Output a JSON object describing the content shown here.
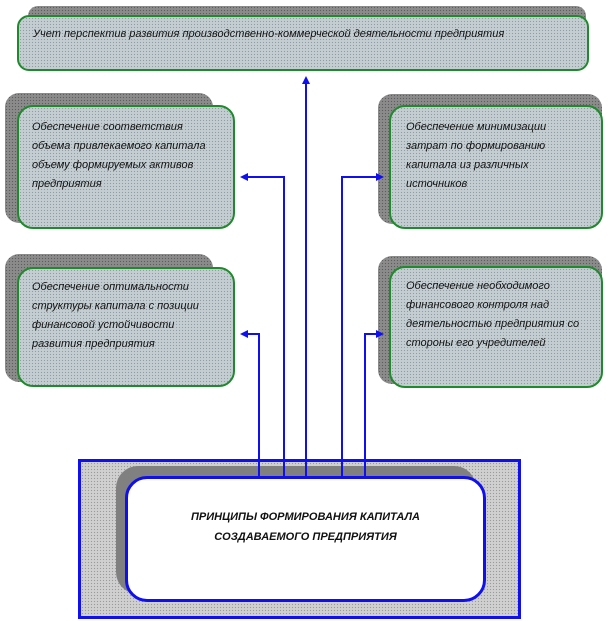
{
  "diagram": {
    "top_box": "Учет перспектив развития производственно-коммерческой деятельности предприятия",
    "left_box_1": "Обеспечение соответствия объема привлекаемого капитала объему формируемых активов предприятия",
    "left_box_2": "Обеспечение оптимальности структуры капитала с позиции финансовой устойчивости развития предприятия",
    "right_box_1": "Обеспечение минимизации затрат по формированию капитала из различных источников",
    "right_box_2": "Обеспечение необходимого финансового контроля над деятельностью предприятия со стороны его учредителей",
    "center_title": "ПРИНЦИПЫ ФОРМИРОВАНИЯ КАПИТАЛА СОЗДАВАЕМОГО ПРЕДПРИЯТИЯ"
  },
  "colors": {
    "box_border": "#1f8a2c",
    "arrow": "#1010ee",
    "shadow": "#8b8b8b"
  }
}
